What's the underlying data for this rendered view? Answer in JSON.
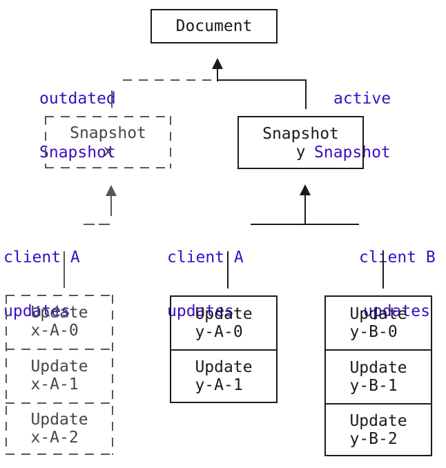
{
  "colors": {
    "ink": "#1a1a1a",
    "muted": "#555555",
    "mutedtext": "#454545",
    "accent": "#3a0dc4",
    "bg": "#ffffff"
  },
  "document": {
    "label": "Document"
  },
  "snapshots": {
    "x": {
      "title": "Snapshot",
      "id": "x"
    },
    "y": {
      "title": "Snapshot",
      "id": "y"
    }
  },
  "labels": {
    "outdated_snapshot": {
      "line1": "outdated",
      "line2": "Snapshot"
    },
    "active_snapshot": {
      "line1": "active",
      "line2": "Snapshot"
    },
    "client_a_left": {
      "line1": "client A",
      "line2": "updates"
    },
    "client_a_middle": {
      "line1": "client A",
      "line2": "updates"
    },
    "client_b_right": {
      "line1": "client B",
      "line2": "updates"
    }
  },
  "update_stacks": {
    "outdated_client_a": {
      "items": [
        {
          "line1": "Update",
          "line2": "x-A-0"
        },
        {
          "line1": "Update",
          "line2": "x-A-1"
        },
        {
          "line1": "Update",
          "line2": "x-A-2"
        }
      ]
    },
    "active_client_a": {
      "items": [
        {
          "line1": "Update",
          "line2": "y-A-0"
        },
        {
          "line1": "Update",
          "line2": "y-A-1"
        }
      ]
    },
    "active_client_b": {
      "items": [
        {
          "line1": "Update",
          "line2": "y-B-0"
        },
        {
          "line1": "Update",
          "line2": "y-B-1"
        },
        {
          "line1": "Update",
          "line2": "y-B-2"
        }
      ]
    }
  }
}
